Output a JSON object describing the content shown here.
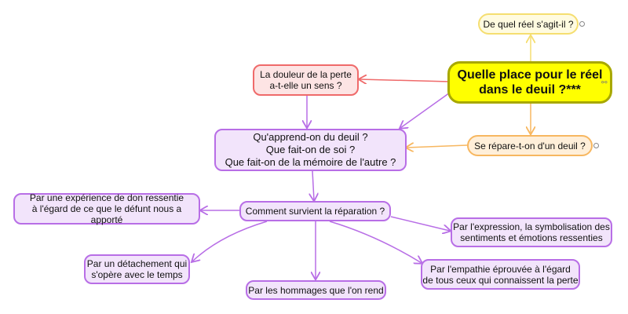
{
  "root": {
    "label": "Quelle place pour le réel\ndans le deuil ?***"
  },
  "nodes": {
    "reel": "De quel réel s'agit-il ?",
    "douleur": "La douleur de la perte\na-t-elle un sens ?",
    "repare": "Se répare-t-on d'un deuil ?",
    "apprend": "Qu'apprend-on du deuil ?\nQue fait-on de soi ?\nQue fait-on de la mémoire de l'autre ?",
    "comment": "Comment survient la réparation ?",
    "don": "Par une expérience de don ressentie\nà l'égard de ce que le défunt nous a apporté",
    "detachement": "Par un détachement qui\ns'opère avec le temps",
    "hommages": "Par les hommages que l'on rend",
    "empathie": "Par l'empathie éprouvée à l'égard\nde tous ceux qui connaissent la perte",
    "expression": "Par l'expression, la symbolisation des\nsentiments et émotions ressenties"
  },
  "colors": {
    "root_fill": "#ffff00",
    "purple_border": "#b86ee6",
    "red_border": "#ef6a6a",
    "yellow_border": "#f5de70",
    "orange_border": "#f7b760"
  }
}
